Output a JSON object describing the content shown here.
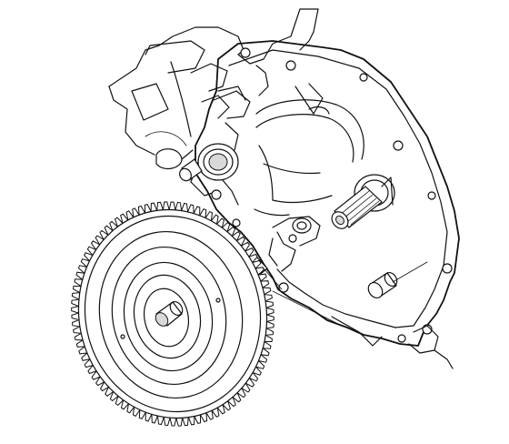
{
  "diagram": {
    "background": "#ffffff",
    "line_color": "#111111",
    "shade_color": "#d9d9d9",
    "ring_gear_teeth": 96,
    "parts": [
      {
        "id": "engine-block-outline"
      },
      {
        "id": "transmission-bellhousing"
      },
      {
        "id": "input-shaft"
      },
      {
        "id": "flexplate-ring-gear"
      },
      {
        "id": "dowel-pin-left"
      },
      {
        "id": "dowel-pin-right"
      },
      {
        "id": "bushing-center"
      },
      {
        "id": "leader-lines"
      }
    ]
  }
}
